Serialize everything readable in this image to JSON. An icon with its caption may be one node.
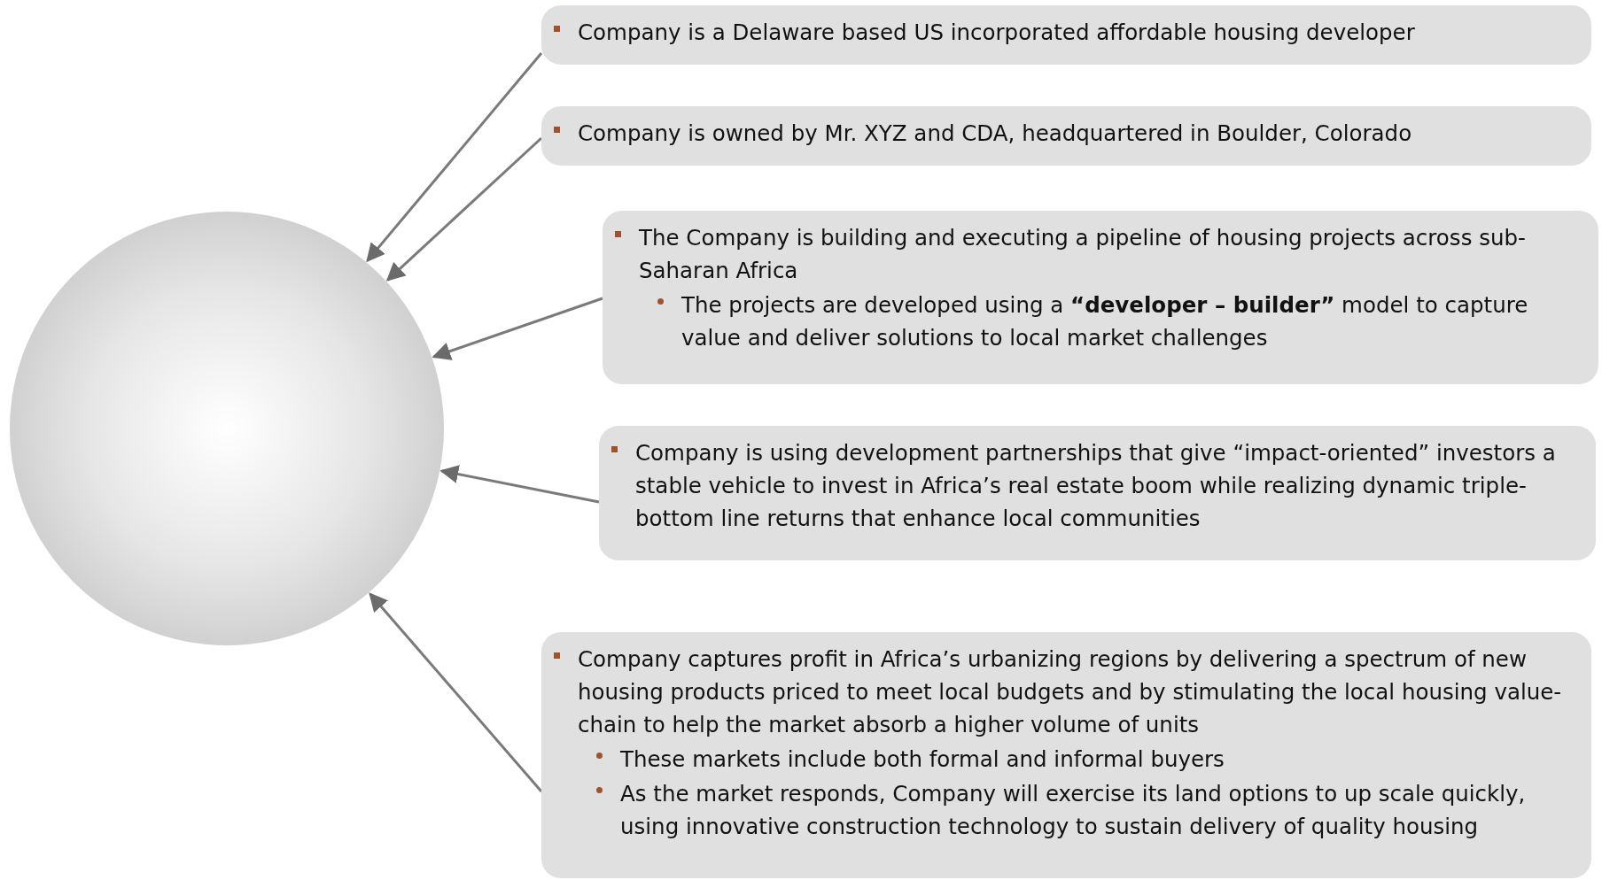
{
  "diagram": {
    "nodes": [
      {
        "text": [],
        "shape": "circle"
      },
      {
        "text": [
          "Company is a Delaware based US incorporated affordable housing developer"
        ]
      },
      {
        "text": [
          "Company is owned by Mr. XYZ and CDA, headquartered in Boulder, Colorado"
        ]
      },
      {
        "text": [
          "The Company is building and executing a pipeline of housing projects across sub-Saharan Africa",
          "The projects are developed using a **“developer – builder”** model to capture value and deliver solutions to local market challenges"
        ]
      },
      {
        "text": [
          "Company is using development partnerships that give “impact-oriented” investors a stable vehicle to invest in Africa’s real estate boom while realizing dynamic triple-bottom line returns that enhance local communities"
        ]
      },
      {
        "text": [
          "Company captures profit in Africa’s urbanizing regions by delivering a spectrum of new housing products priced to meet local budgets and by stimulating the local housing value-chain to help the market absorb a higher volume of units",
          "These markets include both formal and informal buyers",
          "As the market responds, Company will exercise its land options to up scale quickly, using innovative construction technology to sustain delivery of quality housing"
        ]
      }
    ],
    "edges": [
      {
        "from": 1,
        "to": 0,
        "arrow": "to"
      },
      {
        "from": 2,
        "to": 0,
        "arrow": "to"
      },
      {
        "from": 3,
        "to": 0,
        "arrow": "to"
      },
      {
        "from": 4,
        "to": 0,
        "arrow": "to"
      },
      {
        "from": 5,
        "to": 0,
        "arrow": "to"
      }
    ]
  }
}
